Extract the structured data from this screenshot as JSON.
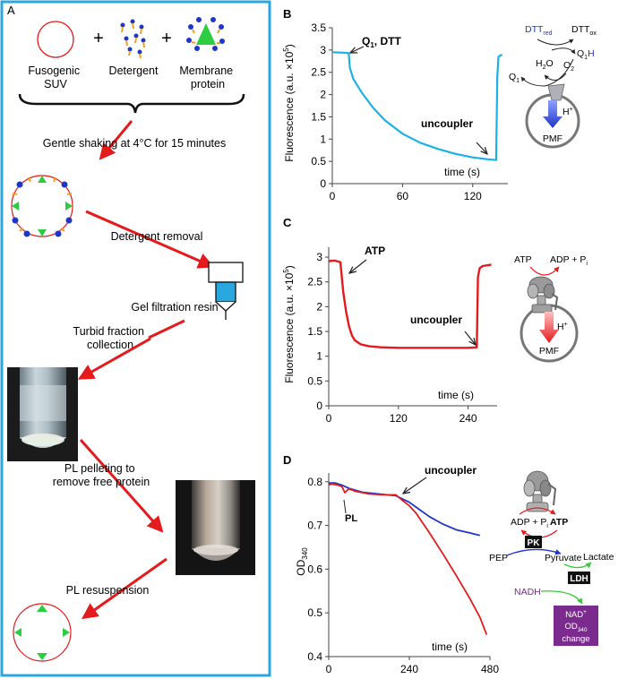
{
  "panel_a": {
    "label": "A",
    "border_color": "#29a8e0",
    "items": {
      "suv": "Fusogenic\nSUV",
      "detergent": "Detergent",
      "membrane_protein": "Membrane\nprotein",
      "plus": "+"
    },
    "steps": {
      "shake": "Gentle shaking at 4°C for 15 minutes",
      "detergent_removal": "Detergent removal",
      "gel": "Gel filtration resin",
      "turbid": "Turbid fraction\ncollection",
      "pelleting": "PL pelleting  to\nremove free protein",
      "resuspension": "PL resuspension"
    }
  },
  "panel_b": {
    "label": "B",
    "ylabel": "Fluorescence (a.u. ×10",
    "ylabel_sup": "5",
    "ylabel_end": ")",
    "xlabel": "time (s)",
    "xticks": [
      "0",
      "60",
      "120"
    ],
    "yticks": [
      "0",
      "0.5",
      "1",
      "1.5",
      "2",
      "2.5",
      "3",
      "3.5"
    ],
    "ann_q1": "Q",
    "ann_q1_sub": "1",
    "ann_q1_end": ", DTT",
    "ann_uncoupler": "uncoupler",
    "scheme": {
      "dtt_red": "DTT",
      "dtt_red_sub": "red",
      "dtt_ox": "DTT",
      "dtt_ox_sub": "ox",
      "q1": "Q",
      "q1_sub": "1",
      "q1h": "Q",
      "q1h_sub": "1",
      "q1h_end": "H",
      "h2o": "H",
      "h2o_sub": "2",
      "h2o_end": "O",
      "o2": "O",
      "o2_sub": "2",
      "hplus": "H",
      "hplus_sup": "+",
      "pmf": "PMF"
    },
    "color": "#1ab0e8"
  },
  "panel_c": {
    "label": "C",
    "ylabel": "Fluorescence (a.u. ×10",
    "ylabel_sup": "5",
    "ylabel_end": ")",
    "xlabel": "time (s)",
    "xticks": [
      "0",
      "120",
      "240"
    ],
    "yticks": [
      "0",
      "0.5",
      "1",
      "1.5",
      "2",
      "2.5",
      "3"
    ],
    "ann_atp": "ATP",
    "ann_uncoupler": "uncoupler",
    "scheme": {
      "atp": "ATP",
      "adp": "ADP + P",
      "adp_sub": "i",
      "hplus": "H",
      "hplus_sup": "+",
      "pmf": "PMF"
    },
    "color": "#e41a1c"
  },
  "panel_d": {
    "label": "D",
    "ylabel": "OD",
    "ylabel_sub": "340",
    "xlabel": "time (s)",
    "xticks": [
      "0",
      "240",
      "480"
    ],
    "yticks": [
      "0.4",
      "0.5",
      "0.6",
      "0.7",
      "0.8"
    ],
    "ann_pl": "PL",
    "ann_uncoupler": "uncoupler",
    "scheme": {
      "adp": "ADP + P",
      "adp_sub": "i",
      "atp": "ATP",
      "pk": "PK",
      "pep": "PEP",
      "pyruvate": "Pyruvate",
      "ldh": "LDH",
      "lactate": "Lactate",
      "nadh": "NADH",
      "nad": "NAD",
      "nad_sup": "+",
      "od": "OD",
      "od_sub": "340",
      "change": "change"
    },
    "colors": {
      "red": "#e41a1c",
      "blue": "#1f35c8",
      "purple": "#7b2a8e",
      "green": "#33cc33"
    }
  },
  "chart_data": [
    {
      "type": "line",
      "panel": "B",
      "xlabel": "time (s)",
      "ylabel": "Fluorescence (a.u. ×10^5)",
      "xlim": [
        0,
        150
      ],
      "ylim": [
        0,
        3.5
      ],
      "series": [
        {
          "x": [
            0,
            10,
            14,
            15,
            18,
            25,
            35,
            45,
            60,
            75,
            90,
            105,
            120,
            132,
            140,
            141,
            142,
            145
          ],
          "y": [
            2.95,
            2.94,
            2.93,
            2.6,
            2.35,
            2.05,
            1.7,
            1.42,
            1.12,
            0.92,
            0.78,
            0.67,
            0.59,
            0.55,
            0.53,
            2.4,
            2.85,
            2.9
          ]
        }
      ]
    },
    {
      "type": "line",
      "panel": "C",
      "xlabel": "time (s)",
      "ylabel": "Fluorescence (a.u. ×10^5)",
      "xlim": [
        0,
        290
      ],
      "ylim": [
        0,
        3
      ],
      "series": [
        {
          "x": [
            0,
            10,
            20,
            25,
            30,
            35,
            40,
            45,
            55,
            70,
            90,
            120,
            160,
            200,
            240,
            255,
            257,
            260,
            265,
            280
          ],
          "y": [
            2.92,
            2.93,
            2.9,
            2.3,
            1.9,
            1.6,
            1.42,
            1.32,
            1.24,
            1.2,
            1.18,
            1.17,
            1.17,
            1.17,
            1.17,
            1.18,
            2.6,
            2.78,
            2.82,
            2.85
          ]
        }
      ]
    },
    {
      "type": "line",
      "panel": "D",
      "xlabel": "time (s)",
      "ylabel": "OD340",
      "xlim": [
        0,
        480
      ],
      "ylim": [
        0.4,
        0.82
      ],
      "series": [
        {
          "x": [
            0,
            10,
            20,
            30,
            40,
            48,
            60,
            80,
            120,
            160,
            200,
            220,
            240,
            260,
            300,
            340,
            380,
            420,
            450,
            470
          ],
          "y": [
            0.793,
            0.795,
            0.793,
            0.792,
            0.788,
            0.775,
            0.784,
            0.778,
            0.772,
            0.77,
            0.77,
            0.757,
            0.745,
            0.728,
            0.683,
            0.635,
            0.585,
            0.533,
            0.49,
            0.45
          ],
          "color": "#e41a1c"
        },
        {
          "x": [
            0,
            20,
            40,
            60,
            100,
            160,
            200,
            240,
            260,
            300,
            340,
            380,
            420,
            450
          ],
          "y": [
            0.797,
            0.797,
            0.792,
            0.785,
            0.776,
            0.771,
            0.768,
            0.753,
            0.742,
            0.72,
            0.703,
            0.69,
            0.683,
            0.677
          ],
          "color": "#1f35c8"
        }
      ]
    }
  ]
}
